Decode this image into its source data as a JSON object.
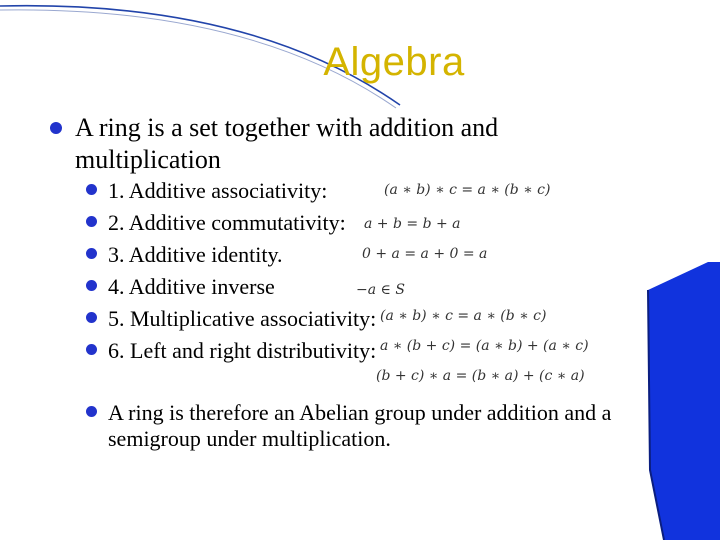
{
  "slide": {
    "title": "Algebra",
    "main_bullet": "A ring is a set together with addition and multiplication",
    "sub_bullets": [
      {
        "text": "1. Additive associativity:",
        "formula": "(a ∗ b) ∗ c = a ∗ (b ∗ c)"
      },
      {
        "text": "2. Additive commutativity:",
        "formula": "a + b = b + a"
      },
      {
        "text": "3. Additive identity.",
        "formula": "0 + a = a + 0 = a"
      },
      {
        "text": "4. Additive inverse",
        "formula": "−a ∈ S"
      },
      {
        "text": "5. Multiplicative associativity:",
        "formula": "(a ∗ b) ∗ c = a ∗ (b ∗ c)"
      },
      {
        "text": "6. Left and right distributivity:",
        "formula": "a ∗ (b + c) = (a ∗ b) + (a ∗ c)"
      }
    ],
    "extra_formula": "(b + c) ∗ a = (b ∗ a) + (c ∗ a)",
    "bottom_bullet": "A ring is therefore an Abelian group under addition and a semigroup under multiplication."
  },
  "colors": {
    "title": "#d4b400",
    "bullet": "#2233cc",
    "accent_shape": "#1133dd",
    "curve": "#2244aa"
  }
}
